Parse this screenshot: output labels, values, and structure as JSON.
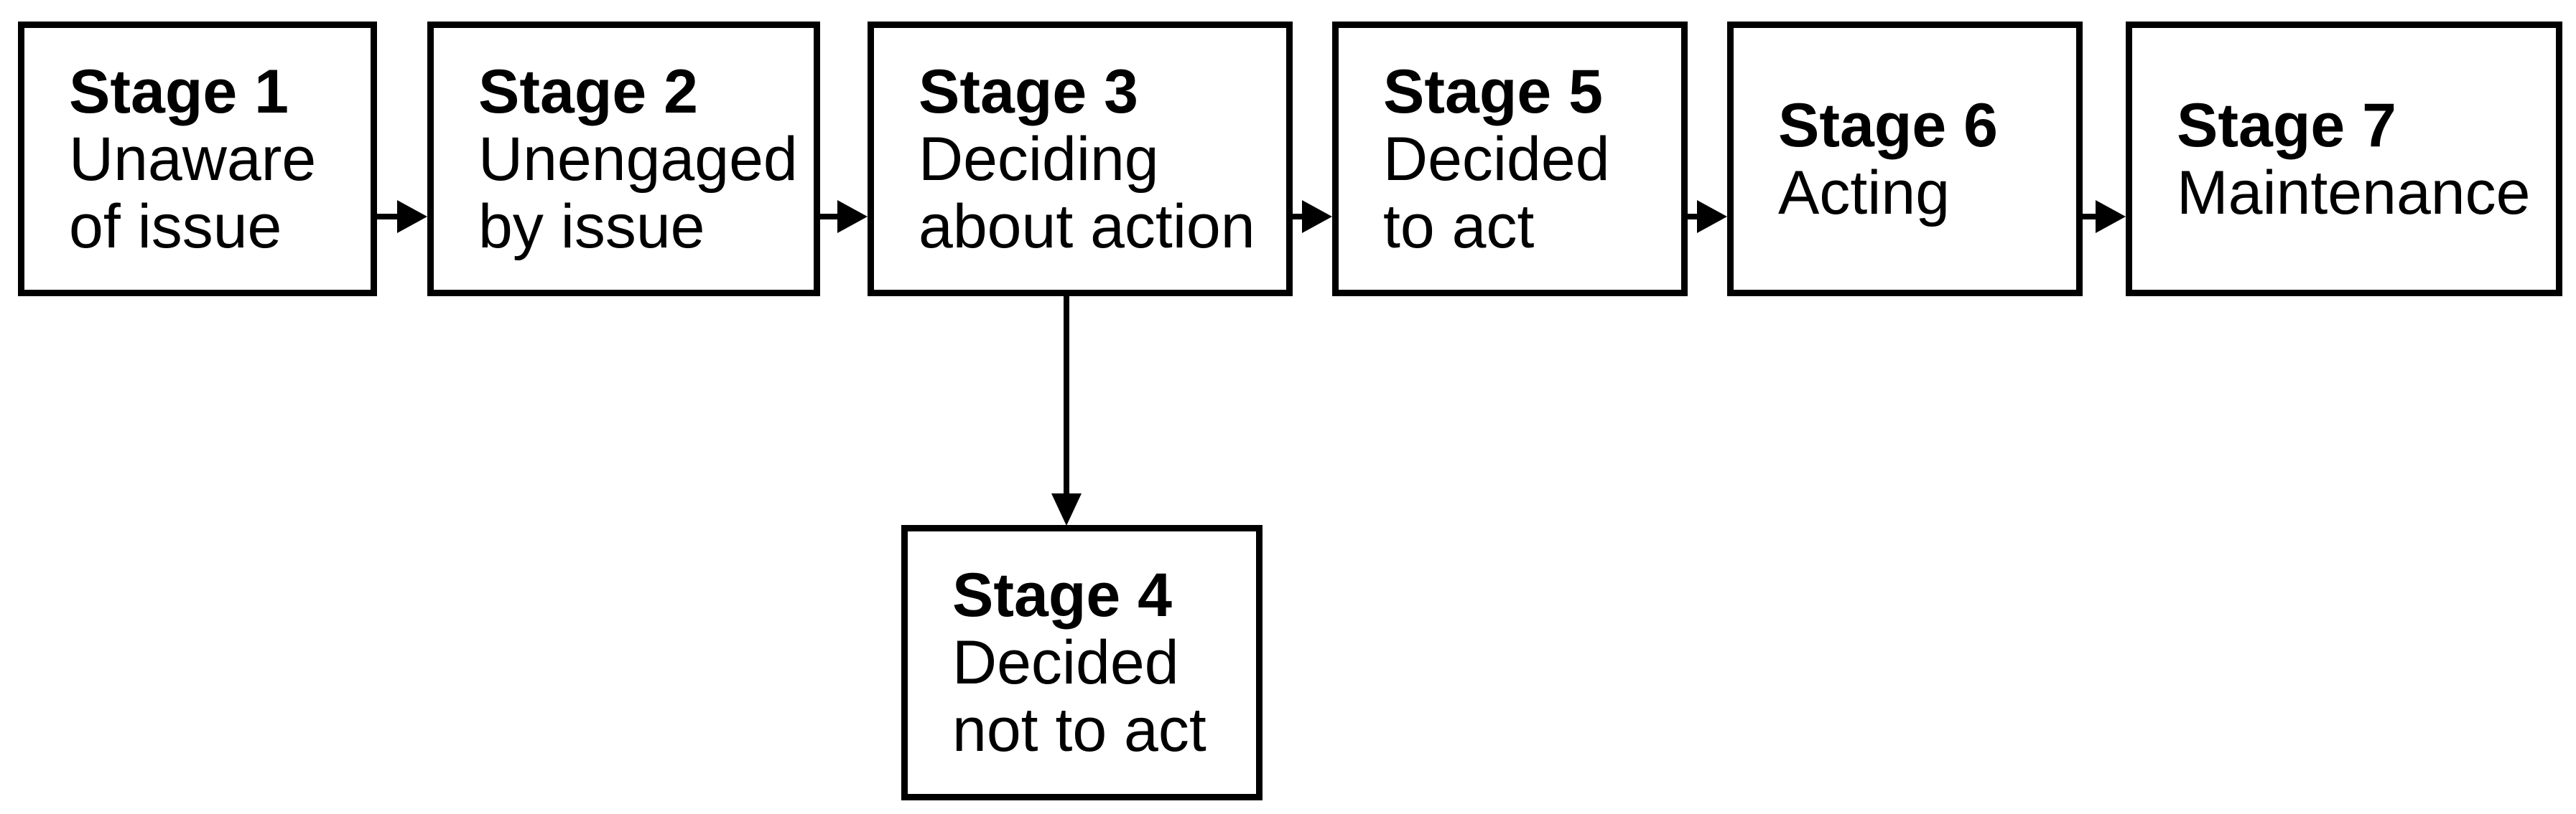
{
  "diagram": {
    "type": "flowchart",
    "colors": {
      "line": "#000000",
      "background": "#ffffff",
      "box_fill": "#ffffff",
      "text": "#000000"
    },
    "stages": [
      {
        "title": "Stage 1",
        "lines": [
          "Unaware",
          "of issue"
        ]
      },
      {
        "title": "Stage 2",
        "lines": [
          "Unengaged",
          "by issue"
        ]
      },
      {
        "title": "Stage 3",
        "lines": [
          "Deciding",
          "about action"
        ]
      },
      {
        "title": "Stage 4",
        "lines": [
          "Decided",
          "not to act"
        ]
      },
      {
        "title": "Stage 5",
        "lines": [
          "Decided",
          "to act"
        ]
      },
      {
        "title": "Stage 6",
        "lines": [
          "Acting"
        ]
      },
      {
        "title": "Stage 7",
        "lines": [
          "Maintenance"
        ]
      }
    ],
    "connections": [
      {
        "from": "Stage 1",
        "to": "Stage 2",
        "direction": "right"
      },
      {
        "from": "Stage 2",
        "to": "Stage 3",
        "direction": "right"
      },
      {
        "from": "Stage 3",
        "to": "Stage 5",
        "direction": "right"
      },
      {
        "from": "Stage 3",
        "to": "Stage 4",
        "direction": "down"
      },
      {
        "from": "Stage 5",
        "to": "Stage 6",
        "direction": "right"
      },
      {
        "from": "Stage 6",
        "to": "Stage 7",
        "direction": "right"
      }
    ]
  }
}
